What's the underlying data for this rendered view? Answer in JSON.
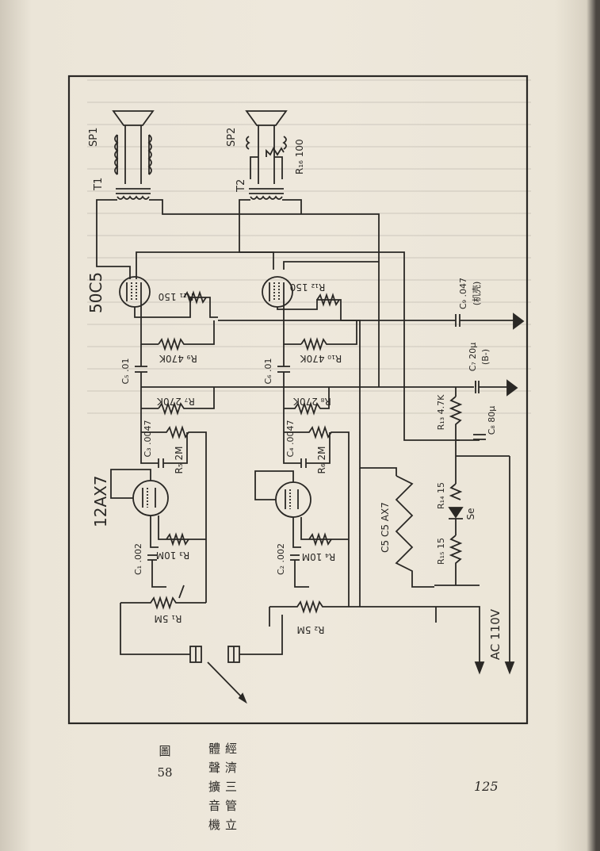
{
  "diagram": {
    "tubes": {
      "output": "50C5",
      "preamp": "12AX7"
    },
    "speakers": [
      "SP1",
      "SP2"
    ],
    "transformers": [
      "T1",
      "T2"
    ],
    "resistors": [
      {
        "id": "R1",
        "label": "R₁ 5M"
      },
      {
        "id": "R2",
        "label": "R₂ 5M"
      },
      {
        "id": "R3",
        "label": "R₃ 10M"
      },
      {
        "id": "R4",
        "label": "R₄ 10M"
      },
      {
        "id": "R5",
        "label": "R₅ 2M"
      },
      {
        "id": "R6",
        "label": "R₆ 2M"
      },
      {
        "id": "R7",
        "label": "R₇ 270K"
      },
      {
        "id": "R8",
        "label": "R₈ 270K"
      },
      {
        "id": "R9",
        "label": "R₉ 470K"
      },
      {
        "id": "R10",
        "label": "R₁₀ 470K"
      },
      {
        "id": "R11",
        "label": "R₁₁ 150"
      },
      {
        "id": "R12",
        "label": "R₁₂ 150"
      },
      {
        "id": "R13",
        "label": "R₁₃ 4.7K"
      },
      {
        "id": "R14",
        "label": "R₁₄ 15"
      },
      {
        "id": "R15",
        "label": "R₁₅ 15"
      },
      {
        "id": "R16",
        "label": "R₁₆ 100"
      }
    ],
    "capacitors": [
      {
        "id": "C1",
        "label": "C₁ .002"
      },
      {
        "id": "C2",
        "label": "C₂ .002"
      },
      {
        "id": "C3",
        "label": "C₃ .0047"
      },
      {
        "id": "C4",
        "label": "C₄ .0047"
      },
      {
        "id": "C5",
        "label": "C₅ .01"
      },
      {
        "id": "C6",
        "label": "C₆ .01"
      },
      {
        "id": "C7",
        "label": "C₇ 20μ"
      },
      {
        "id": "C8",
        "label": "C₈ 80μ"
      },
      {
        "id": "C9",
        "label": "C₉ .047"
      }
    ],
    "heater_chain": "C5 C5 AX7",
    "rectifier": "Se",
    "mains": "AC 110V",
    "chassis_note": "(机壳)",
    "b_minus_note": "(B-)"
  },
  "caption": {
    "fig": "圖",
    "number": "58",
    "title": "經濟三管立體聲擴音機"
  },
  "page_number": "125"
}
